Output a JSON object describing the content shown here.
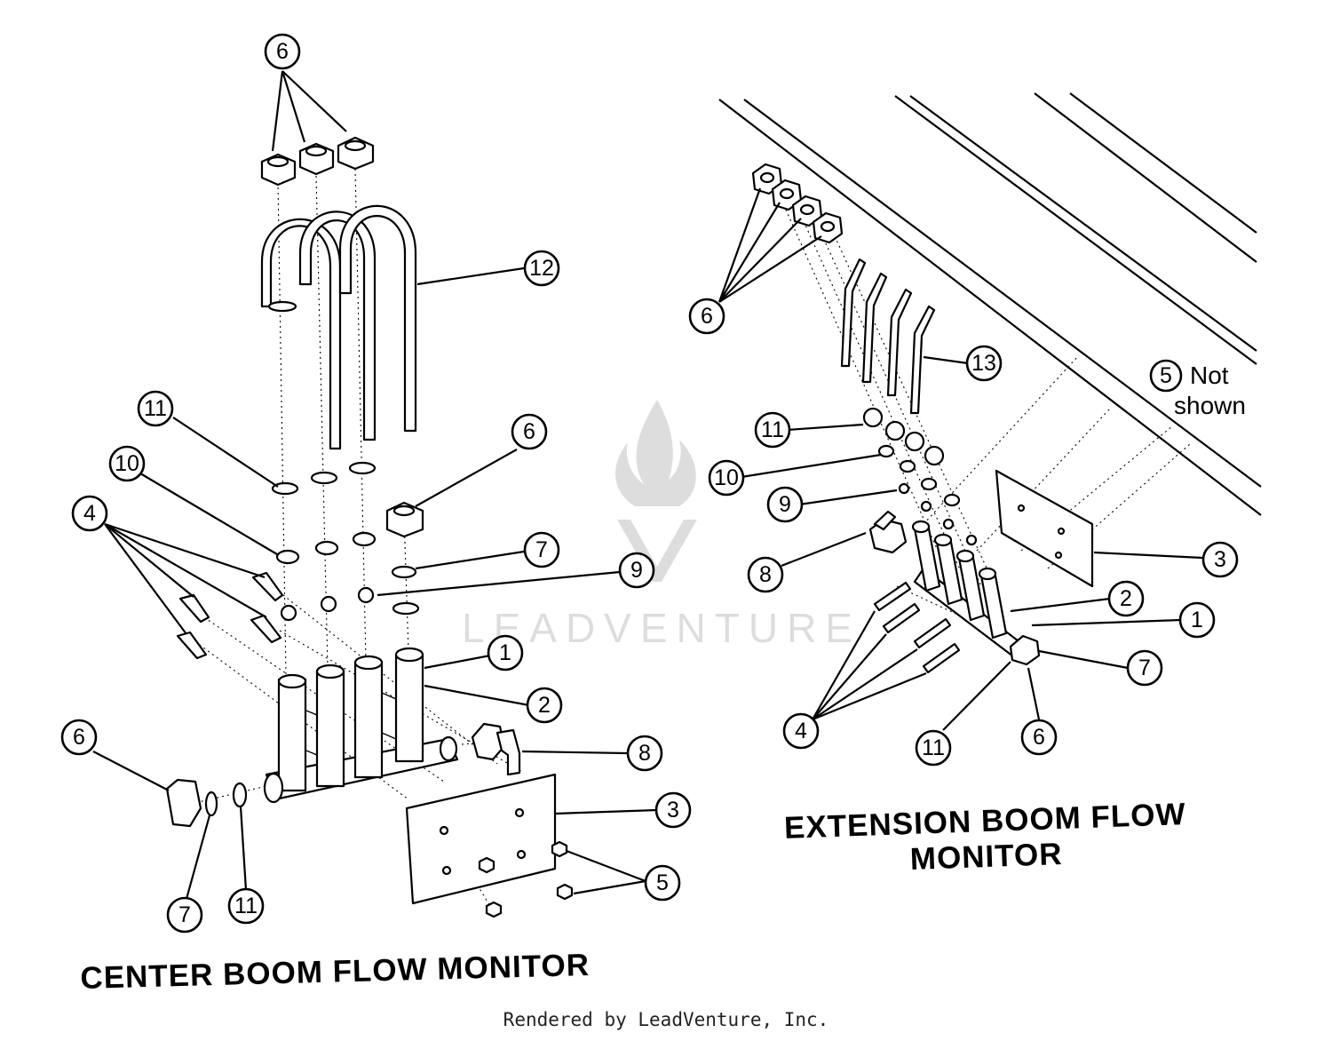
{
  "titles": {
    "center": "CENTER BOOM FLOW MONITOR",
    "extension_line1": "EXTENSION BOOM FLOW",
    "extension_line2": "MONITOR"
  },
  "note": {
    "callout": "5",
    "line1": "Not",
    "line2": "shown"
  },
  "credit": "Rendered by LeadVenture, Inc.",
  "watermark": "LEADVENTURE",
  "callouts": {
    "center": [
      "6",
      "12",
      "11",
      "10",
      "4",
      "6",
      "7",
      "9",
      "1",
      "2",
      "8",
      "3",
      "5",
      "6",
      "7",
      "11"
    ],
    "extension": [
      "6",
      "13",
      "11",
      "10",
      "9",
      "8",
      "3",
      "2",
      "1",
      "7",
      "4",
      "11",
      "6"
    ]
  }
}
